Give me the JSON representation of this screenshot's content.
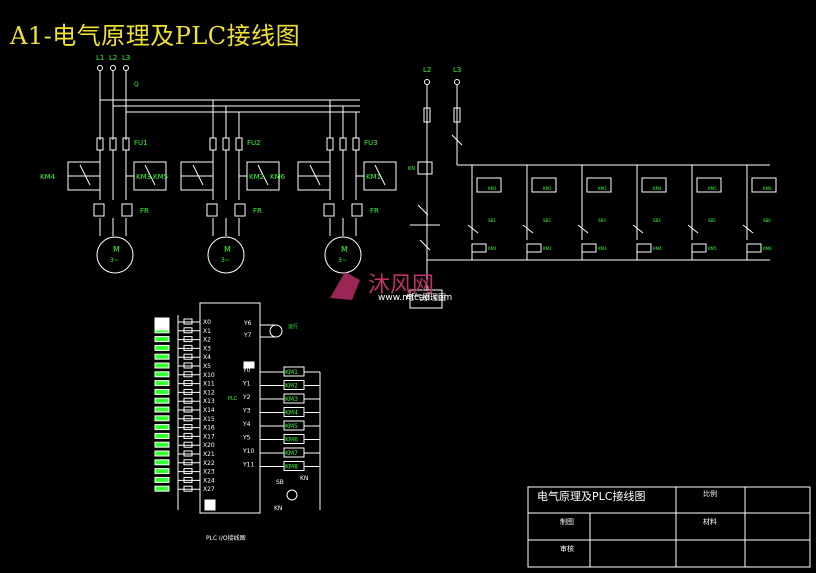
{
  "title": "A1-电气原理及PLC接线图",
  "colors": {
    "background": "#000000",
    "wire": "#ffffff",
    "label": "#33ff33",
    "title": "#f0e030",
    "watermark": "#c0306a"
  },
  "main_circuit": {
    "phase_labels": [
      "L1",
      "L2",
      "L3"
    ],
    "fuse_labels": [
      "FU1",
      "FU2",
      "FU3"
    ],
    "contactor_labels": [
      "KM4",
      "KM3",
      "KM5",
      "KM2",
      "KM6",
      "KM1"
    ],
    "fr_label": "FR",
    "motor_label": "M",
    "motor_sub": "3~"
  },
  "control_circuit": {
    "supply_labels": [
      "L2",
      "L3"
    ],
    "caption": "电气原理图"
  },
  "plc": {
    "inputs": [
      "X0",
      "X1",
      "X2",
      "X3",
      "X4",
      "X5",
      "X10",
      "X11",
      "X12",
      "X13",
      "X14",
      "X15",
      "X16",
      "X17",
      "X20",
      "X21",
      "X22",
      "X23",
      "X24",
      "X27"
    ],
    "outputs": [
      "Y0",
      "Y1",
      "Y2",
      "Y3",
      "Y4",
      "Y5",
      "Y10",
      "Y11"
    ],
    "outputs_top": [
      "Y6",
      "Y7"
    ],
    "output_coils": [
      "KM1",
      "KM2",
      "KM3",
      "KM4",
      "KM5",
      "KM6",
      "KM7",
      "KM8"
    ],
    "caption": "PLC I/O接线图",
    "extra_labels": [
      "SB",
      "KN",
      "KN"
    ]
  },
  "title_block": {
    "drawing_name": "电气原理及PLC接线图",
    "ratio_label": "比例",
    "drawn_label": "制图",
    "material_label": "材料",
    "checked_label": "审核"
  },
  "watermark": {
    "cn": "沐风网",
    "url": "www.mfcad.com"
  }
}
